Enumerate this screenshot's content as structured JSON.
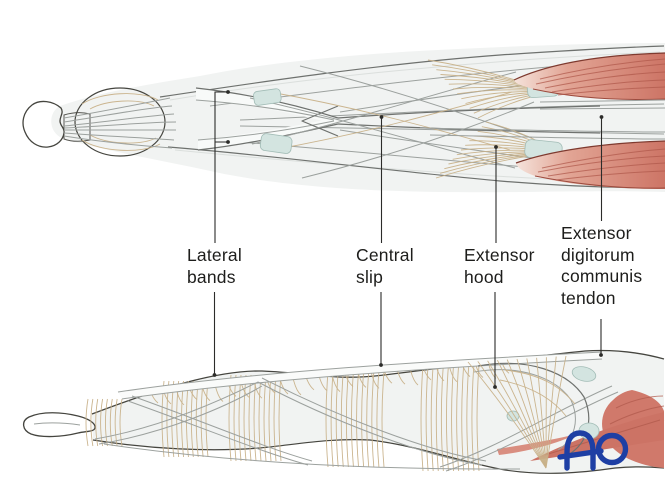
{
  "labels": {
    "lateral_bands": "Lateral\nbands",
    "central_slip": "Central\nslip",
    "extensor_hood": "Extensor\nhood",
    "extensor_digitorum": "Extensor\ndigitorum\ncommunis\ntendon"
  },
  "logo": {
    "text": "AO",
    "color": "#1e3fa4"
  },
  "colors": {
    "background": "#ffffff",
    "label_text": "#1d1d1b",
    "leader_line": "#2c2c2a",
    "outline_dark": "#45453f",
    "tissue_light": "#f1f3f2",
    "fiber_gray": "#9ca19e",
    "fiber_tan": "#c8b189",
    "muscle_red": "#d98e80",
    "muscle_red_dark": "#b05a4c",
    "cartilage_teal": "#d3e4e0",
    "logo_blue": "#1e3fa4"
  }
}
